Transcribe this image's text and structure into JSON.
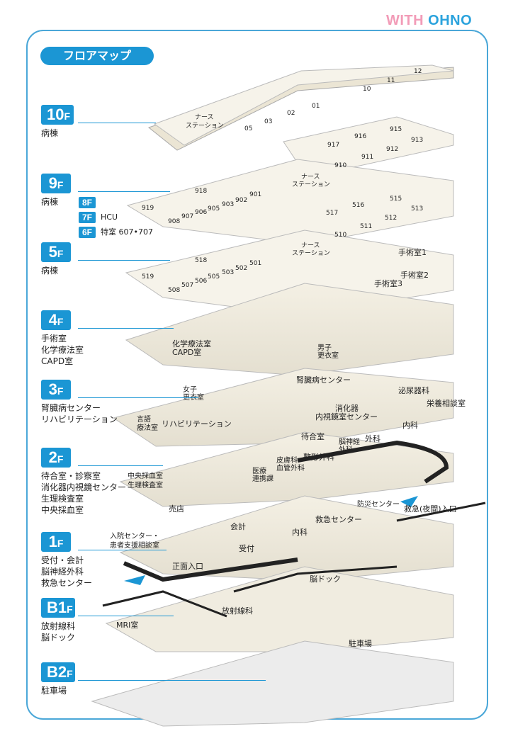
{
  "brand": {
    "part1": "WITH",
    "part2": "OHNO"
  },
  "title": "フロアマップ",
  "floors": [
    {
      "id": "10f",
      "num": "10",
      "unit": "F",
      "desc": "病棟"
    },
    {
      "id": "9f",
      "num": "9",
      "unit": "F",
      "desc": "病棟"
    },
    {
      "id": "5f",
      "num": "5",
      "unit": "F",
      "desc": "病棟"
    },
    {
      "id": "4f",
      "num": "4",
      "unit": "F",
      "desc": "手術室\n化学療法室\nCAPD室"
    },
    {
      "id": "3f",
      "num": "3",
      "unit": "F",
      "desc": "腎臓病センター\nリハビリテーション"
    },
    {
      "id": "2f",
      "num": "2",
      "unit": "F",
      "desc": "待合室・診察室\n消化器内視鏡センター\n生理検査室\n中央採血室"
    },
    {
      "id": "1f",
      "num": "1",
      "unit": "F",
      "desc": "受付・会計\n脳神経外科\n救急センター"
    },
    {
      "id": "b1f",
      "num": "B1",
      "unit": "F",
      "desc": "放射線科\n脳ドック"
    },
    {
      "id": "b2f",
      "num": "B2",
      "unit": "F",
      "desc": "駐車場"
    }
  ],
  "sub_floors": [
    {
      "num": "8",
      "unit": "F",
      "note": ""
    },
    {
      "num": "7",
      "unit": "F",
      "note": "HCU"
    },
    {
      "num": "6",
      "unit": "F",
      "note": "特室 607•707"
    }
  ],
  "rooms": {
    "f10": [
      "12",
      "11",
      "10",
      "01",
      "02",
      "03",
      "05",
      "ナース",
      "ステーション",
      "915",
      "913",
      "916",
      "917",
      "912",
      "911",
      "910"
    ],
    "f9": [
      "ナース",
      "ステーション",
      "918",
      "901",
      "902",
      "903",
      "905",
      "906",
      "907",
      "908",
      "919",
      "515",
      "513",
      "516",
      "517",
      "512",
      "511",
      "510"
    ],
    "f5": [
      "ナース",
      "ステーション",
      "518",
      "501",
      "502",
      "503",
      "505",
      "506",
      "507",
      "508",
      "519",
      "手術室1",
      "手術室2",
      "手術室3"
    ],
    "f4": [
      "化学療法室",
      "CAPD室",
      "男子",
      "更衣室"
    ],
    "f3": [
      "腎臓病センター",
      "女子",
      "更衣室",
      "言語",
      "療法室",
      "リハビリテーション",
      "泌尿器科",
      "栄養相談室",
      "消化器",
      "内視鏡室センター",
      "内科",
      "待合室",
      "脳神経",
      "外科",
      "外科"
    ],
    "f2": [
      "皮膚科",
      "血管外科",
      "整形外科",
      "医療",
      "連携課",
      "中央採血室",
      "生理検査室",
      "売店"
    ],
    "f1": [
      "防災センター",
      "救急(夜間)入口",
      "救急センター",
      "内科",
      "会計",
      "受付",
      "入院センター・",
      "患者支援相談室",
      "正面入口"
    ],
    "b1": [
      "脳ドック",
      "放射線科",
      "MRI室"
    ],
    "b2": [
      "駐車場"
    ]
  }
}
